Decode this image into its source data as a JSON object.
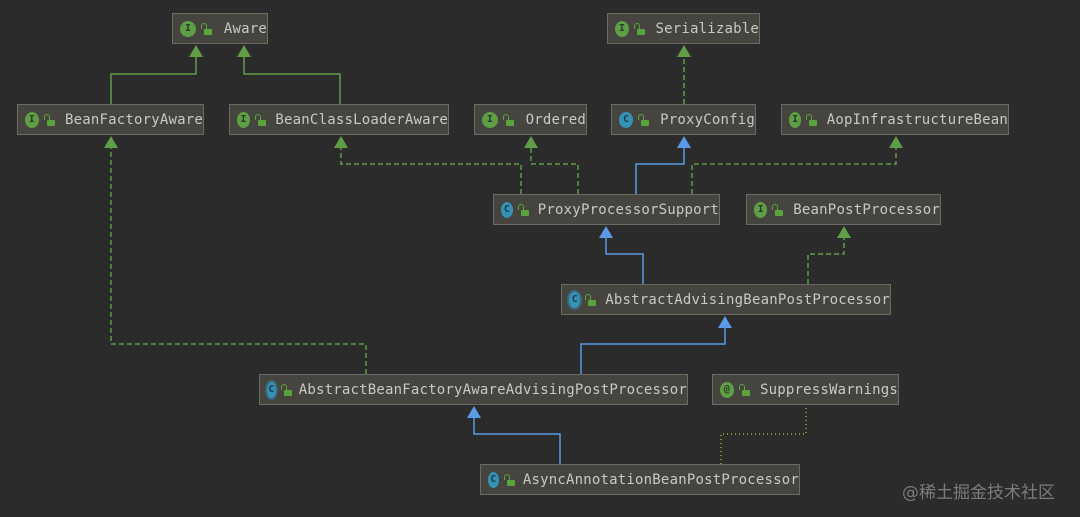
{
  "diagram": {
    "title": "AsyncAnnotationBeanPostProcessor class hierarchy",
    "colors": {
      "background": "#2b2b2b",
      "node_fill": "#45443f",
      "node_border": "#6b6b63",
      "extends_edge": "#5a9ae6",
      "implements_edge": "#5e9e45",
      "annotation_edge": "#a1a839",
      "interface_badge": "#5e9e45",
      "class_badge": "#3592b4"
    },
    "nodes": [
      {
        "id": "aware",
        "kind": "interface",
        "badge": "I",
        "name": "Aware"
      },
      {
        "id": "serializable",
        "kind": "interface",
        "badge": "I",
        "name": "Serializable"
      },
      {
        "id": "beanfactoryaware",
        "kind": "interface",
        "badge": "I",
        "name": "BeanFactoryAware"
      },
      {
        "id": "beanclassloaderaware",
        "kind": "interface",
        "badge": "I",
        "name": "BeanClassLoaderAware"
      },
      {
        "id": "ordered",
        "kind": "interface",
        "badge": "I",
        "name": "Ordered"
      },
      {
        "id": "proxyconfig",
        "kind": "class",
        "badge": "C",
        "name": "ProxyConfig"
      },
      {
        "id": "aopinfrastructurebean",
        "kind": "interface",
        "badge": "I",
        "name": "AopInfrastructureBean"
      },
      {
        "id": "proxyprocessorsupport",
        "kind": "class",
        "badge": "C",
        "name": "ProxyProcessorSupport"
      },
      {
        "id": "beanpostprocessor",
        "kind": "interface",
        "badge": "I",
        "name": "BeanPostProcessor"
      },
      {
        "id": "abstractadvisingbeanpostprocessor",
        "kind": "abstract-class",
        "badge": "C",
        "name": "AbstractAdvisingBeanPostProcessor"
      },
      {
        "id": "abstractbeanfactoryawareadvisingpostprocessor",
        "kind": "abstract-class",
        "badge": "C",
        "name": "AbstractBeanFactoryAwareAdvisingPostProcessor"
      },
      {
        "id": "suppresswarnings",
        "kind": "annotation",
        "badge": "@",
        "name": "SuppressWarnings"
      },
      {
        "id": "asyncannotationbeanpostprocessor",
        "kind": "class",
        "badge": "C",
        "name": "AsyncAnnotationBeanPostProcessor"
      }
    ],
    "edges": [
      {
        "from": "beanfactoryaware",
        "to": "aware",
        "type": "extends-interface"
      },
      {
        "from": "beanclassloaderaware",
        "to": "aware",
        "type": "extends-interface"
      },
      {
        "from": "proxyconfig",
        "to": "serializable",
        "type": "implements"
      },
      {
        "from": "proxyprocessorsupport",
        "to": "beanclassloaderaware",
        "type": "implements"
      },
      {
        "from": "proxyprocessorsupport",
        "to": "ordered",
        "type": "implements"
      },
      {
        "from": "proxyprocessorsupport",
        "to": "proxyconfig",
        "type": "extends"
      },
      {
        "from": "proxyprocessorsupport",
        "to": "aopinfrastructurebean",
        "type": "implements"
      },
      {
        "from": "abstractadvisingbeanpostprocessor",
        "to": "proxyprocessorsupport",
        "type": "extends"
      },
      {
        "from": "abstractadvisingbeanpostprocessor",
        "to": "beanpostprocessor",
        "type": "implements"
      },
      {
        "from": "abstractbeanfactoryawareadvisingpostprocessor",
        "to": "abstractadvisingbeanpostprocessor",
        "type": "extends"
      },
      {
        "from": "abstractbeanfactoryawareadvisingpostprocessor",
        "to": "beanfactoryaware",
        "type": "implements"
      },
      {
        "from": "asyncannotationbeanpostprocessor",
        "to": "abstractbeanfactoryawareadvisingpostprocessor",
        "type": "extends"
      },
      {
        "from": "asyncannotationbeanpostprocessor",
        "to": "suppresswarnings",
        "type": "annotated-with"
      }
    ]
  },
  "watermark": "@稀土掘金技术社区"
}
